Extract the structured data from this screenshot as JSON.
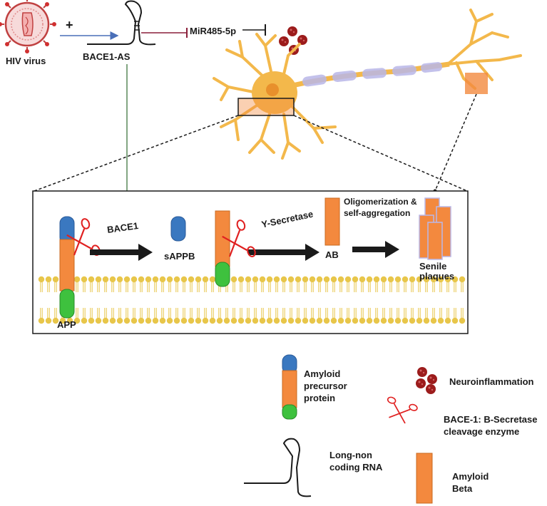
{
  "labels": {
    "hiv_virus": "HIV virus",
    "plus": "+",
    "bace1_as": "BACE1-AS",
    "mir485": "MiR485-5p",
    "bace1": "BACE1",
    "sappb": "sAPPB",
    "y_secretase": "Y-Secretase",
    "ab": "AB",
    "oligomerization": "Oligomerization &",
    "self_aggregation": "self-aggregation",
    "senile": "Senile",
    "plaques": "plaques",
    "app": "APP"
  },
  "legend": {
    "amyloid_precursor": [
      "Amyloid",
      "precursor",
      "protein"
    ],
    "long_non_coding": [
      "Long-non",
      "coding RNA"
    ],
    "neuroinflammation": "Neuroinflammation",
    "bace1_enzyme": [
      "BACE-1: B-Secretase",
      "cleavage enzyme"
    ],
    "amyloid_beta": [
      "Amyloid",
      "Beta"
    ]
  },
  "colors": {
    "blue": "#3a78c0",
    "orange": "#f3893e",
    "green": "#3ec13e",
    "red": "#e02020",
    "membrane": "#e8c64a",
    "neuron": "#f3b84b",
    "myelin": "#b9b7e8",
    "virus_red": "#9c1c1c"
  }
}
